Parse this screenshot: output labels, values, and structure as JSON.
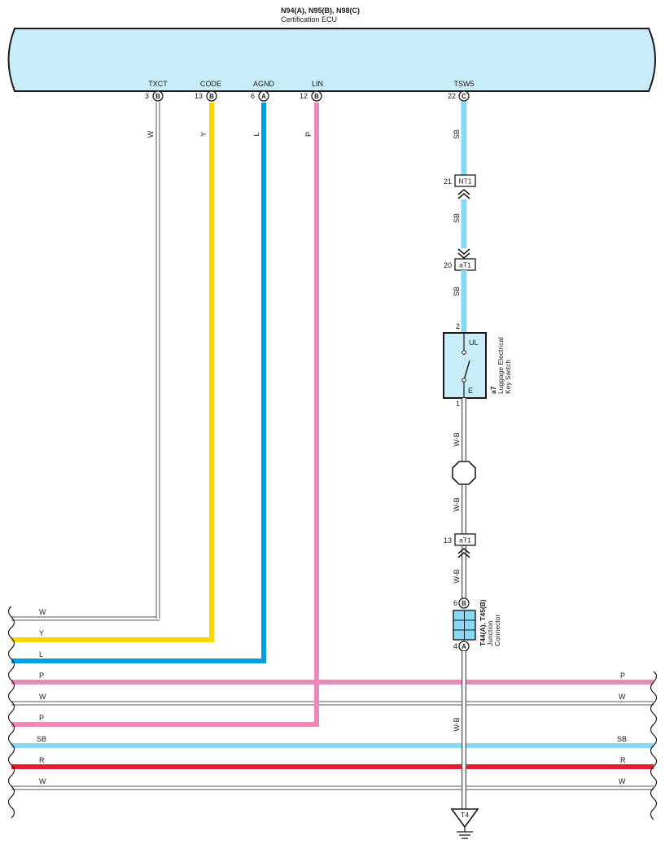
{
  "ecu": {
    "code": "N94(A), N95(B), N98(C)",
    "name": "Certification ECU",
    "pins": [
      {
        "name": "TXCT",
        "num": "3",
        "conn": "B"
      },
      {
        "name": "CODE",
        "num": "13",
        "conn": "B"
      },
      {
        "name": "AGND",
        "num": "6",
        "conn": "A"
      },
      {
        "name": "LIN",
        "num": "12",
        "conn": "B"
      },
      {
        "name": "TSW5",
        "num": "22",
        "conn": "C"
      }
    ]
  },
  "wires": {
    "txct": "W",
    "code": "Y",
    "agnd": "L",
    "lin": "P",
    "tsw5_1": "SB",
    "tsw5_2": "SB",
    "tsw5_3": "SB",
    "sw_gnd_1": "W-B",
    "sw_gnd_2": "W-B",
    "sw_gnd_3": "W-B",
    "jc_gnd": "W-B"
  },
  "connectors": {
    "nt1": {
      "pin": "21",
      "name": "NT1"
    },
    "at1a": {
      "pin": "20",
      "name": "aT1"
    },
    "at1b": {
      "pin": "13",
      "name": "aT1"
    }
  },
  "switch": {
    "pin_top": "2",
    "pin_bottom": "1",
    "term_top": "UL",
    "term_bottom": "E",
    "code": "a7",
    "name_line1": "Luggage Electrical",
    "name_line2": "Key Switch"
  },
  "junction": {
    "pin_top": "6",
    "conn_top": "B",
    "pin_bottom": "4",
    "conn_bottom": "A",
    "code": "T44(A), T45(B)",
    "name_line1": "Junction",
    "name_line2": "Connector"
  },
  "ground": {
    "code": "T4"
  },
  "bus": {
    "left": [
      "W",
      "Y",
      "L",
      "P",
      "W",
      "P",
      "SB",
      "R",
      "W"
    ],
    "right": [
      "P",
      "W",
      "SB",
      "R",
      "W"
    ]
  },
  "colors": {
    "W": "#ffffff",
    "Y": "#ffd700",
    "L": "#00a0e0",
    "P": "#ee88bb",
    "SB": "#88d8f5",
    "R": "#e02030",
    "WB": "#ffffff",
    "ecu_fill": "#c8ecf8"
  }
}
